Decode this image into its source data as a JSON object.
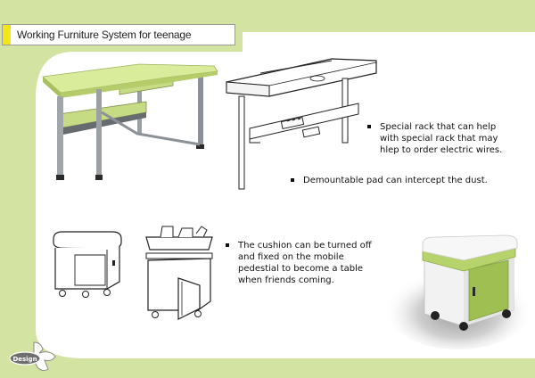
{
  "title": "Working Furniture System for teenage",
  "bullets": [
    {
      "line1": "Special rack that can help",
      "line2": "with  special rack that may",
      "line3": "hlep to order electric wires."
    },
    {
      "line1": "Demountable pad can intercept the dust."
    },
    {
      "line1": "The cushion can be turned off",
      "line2": "and fixed on the mobile",
      "line3": "pedestial to become a table",
      "line4": "when friends coming."
    }
  ],
  "logo": {
    "text": "Design",
    "icon": "x-mark-logo"
  },
  "colors": {
    "green": "#d3e3a2",
    "accent": "#f2e61a",
    "desk_green": "#c5dc84",
    "outline": "#222222"
  },
  "illustrations": [
    "desk-icon",
    "under-desk-rack-icon",
    "pedestal-closed-icon",
    "pedestal-open-icon",
    "pedestal-render-icon"
  ]
}
